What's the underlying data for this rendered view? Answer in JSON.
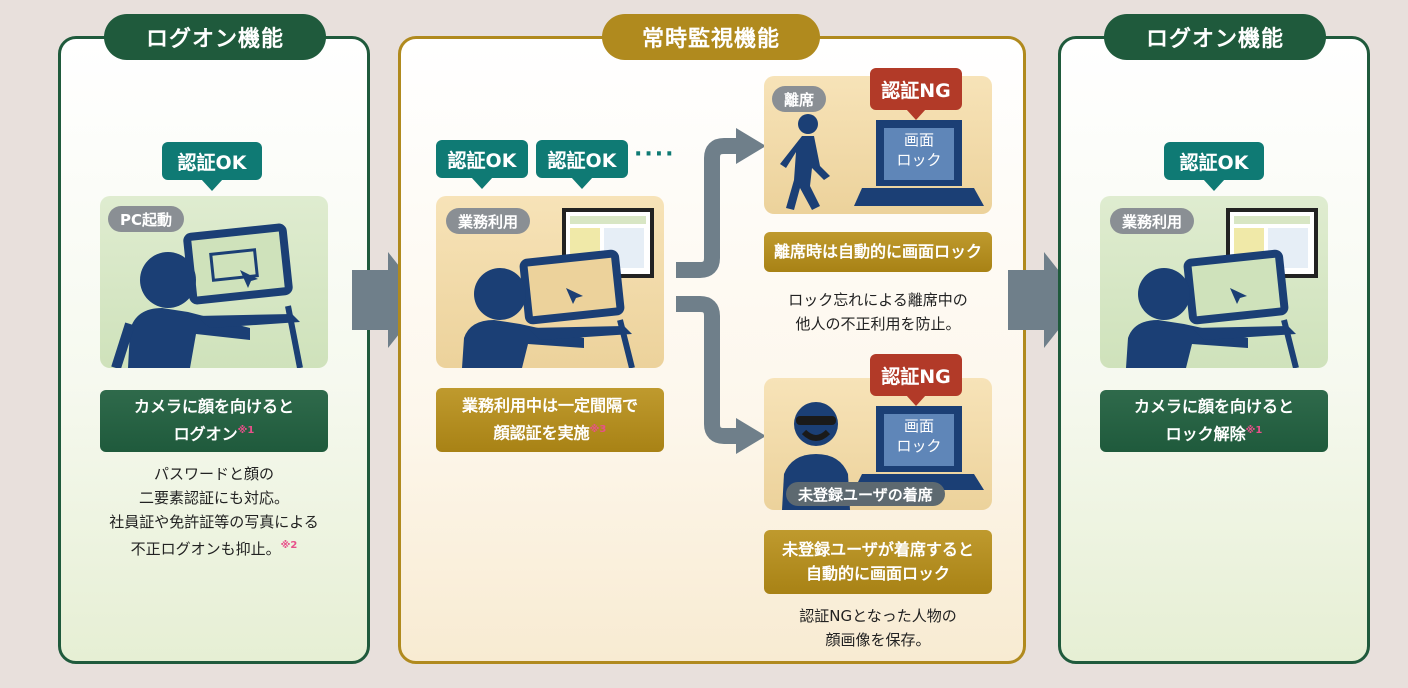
{
  "left_panel": {
    "title": "ログオン機能",
    "bubble": "認証OK",
    "chip": "PC起動",
    "label_line1": "カメラに顔を向けると",
    "label_line2": "ログオン",
    "label_note": "※1",
    "desc_lines": [
      "パスワードと顔の",
      "二要素認証にも対応。",
      "社員証や免許証等の写真による",
      "不正ログオンも抑止。"
    ],
    "desc_note": "※2"
  },
  "middle_panel": {
    "title": "常時監視機能",
    "bubble1": "認証OK",
    "bubble2": "認証OK",
    "dots": "····",
    "chip": "業務利用",
    "label_line1": "業務利用中は一定間隔で",
    "label_line2": "顔認証を実施",
    "label_note": "※3",
    "away": {
      "chip": "離席",
      "ng": "認証NG",
      "screen_line1": "画面",
      "screen_line2": "ロック",
      "label": "離席時は自動的に画面ロック",
      "desc_lines": [
        "ロック忘れによる離席中の",
        "他人の不正利用を防止。"
      ]
    },
    "unregistered": {
      "ng": "認証NG",
      "screen_line1": "画面",
      "screen_line2": "ロック",
      "caption": "未登録ユーザの着席",
      "label_line1": "未登録ユーザが着席すると",
      "label_line2": "自動的に画面ロック",
      "desc_lines": [
        "認証NGとなった人物の",
        "顔画像を保存。"
      ]
    }
  },
  "right_panel": {
    "title": "ログオン機能",
    "bubble": "認証OK",
    "chip": "業務利用",
    "label_line1": "カメラに顔を向けると",
    "label_line2": "ロック解除",
    "label_note": "※1"
  },
  "colors": {
    "dark_green": "#1f5a3c",
    "gold": "#b08a1e",
    "teal": "#0f7a74",
    "red": "#b23a28",
    "navy": "#1b3f75",
    "arrow_gray": "#6f7f8a"
  },
  "icons": [
    "person-at-pc-icon",
    "walking-person-icon",
    "laptop-icon",
    "masked-person-icon",
    "arrow-icon"
  ]
}
